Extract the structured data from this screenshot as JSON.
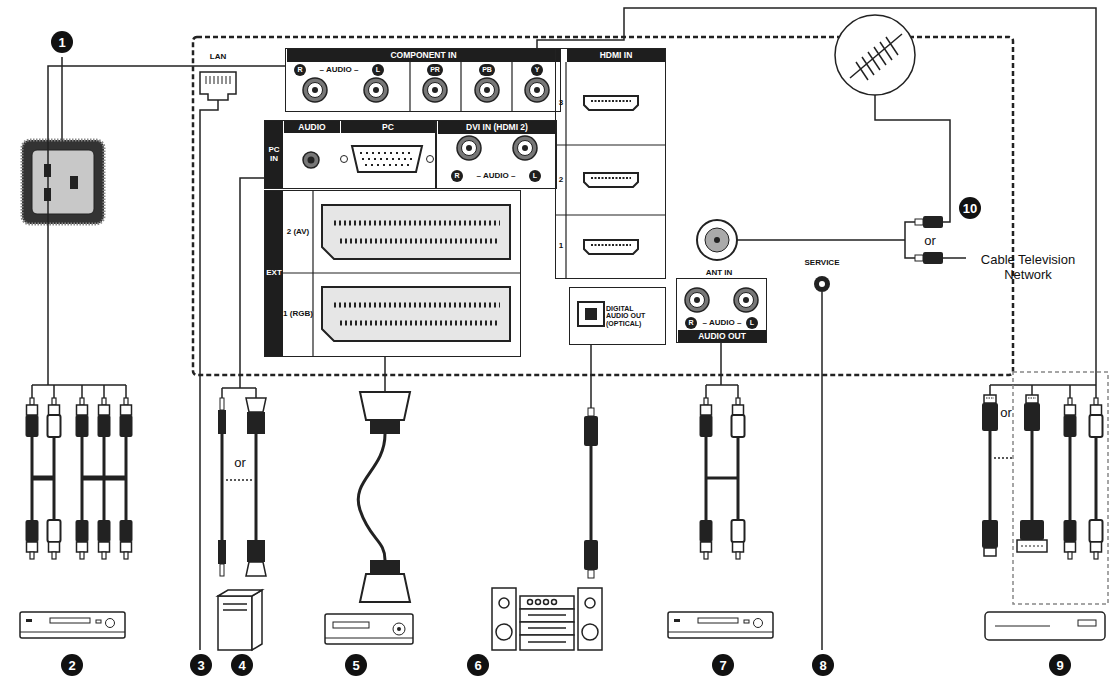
{
  "diagram": {
    "nodes": [
      {
        "text": [
          "COMPONENT IN",
          "R",
          "– AUDIO –",
          "L",
          "PR",
          "PB",
          "Y"
        ]
      },
      {
        "text": [
          "HDMI IN",
          "3",
          "2",
          "1"
        ]
      },
      {
        "text": [
          "PC IN",
          "AUDIO",
          "PC"
        ]
      },
      {
        "text": [
          "DVI IN (HDMI 2)",
          "R",
          "– AUDIO –",
          "L"
        ]
      },
      {
        "text": [
          "EXT",
          "2 (AV)",
          "1 (RGB)"
        ]
      },
      {
        "text": [
          "DIGITAL AUDIO OUT (OPTICAL)"
        ]
      },
      {
        "text": [
          "R",
          "– AUDIO –",
          "L",
          "AUDIO OUT"
        ]
      }
    ],
    "labels": [
      "LAN",
      "ANT IN",
      "SERVICE",
      "or",
      "Cable Television Network",
      "1",
      "2",
      "3",
      "4",
      "or",
      "5",
      "6",
      "7",
      "8",
      "or",
      "9",
      "10"
    ]
  }
}
